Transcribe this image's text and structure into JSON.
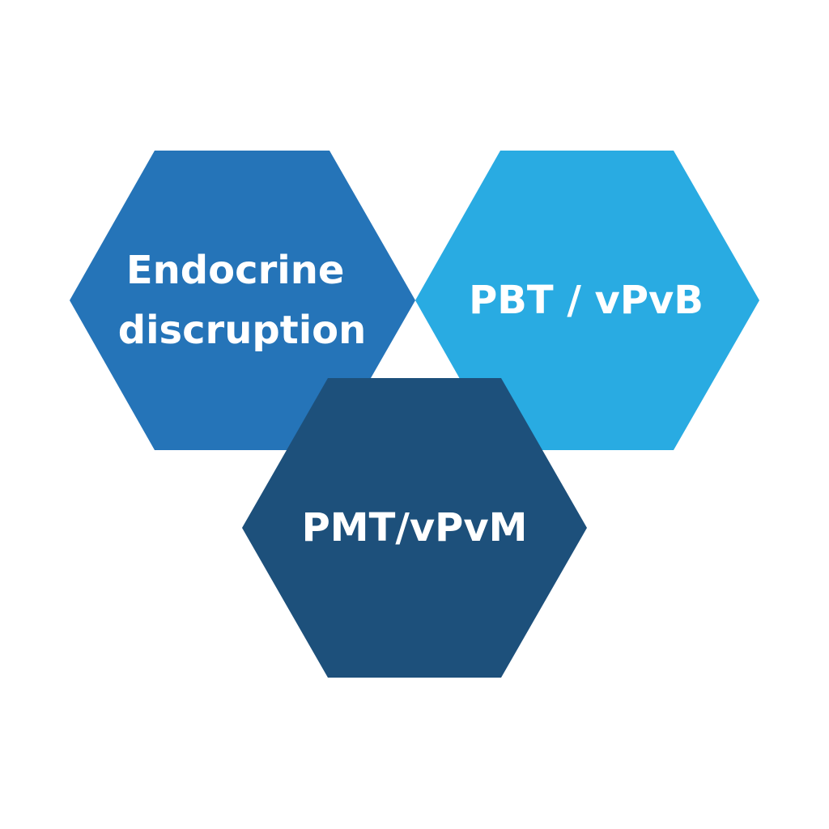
{
  "diagram": {
    "hexagons": [
      {
        "id": "endocrine",
        "label_lines": [
          "Endocrine",
          "discruption"
        ],
        "color": "#2574B8"
      },
      {
        "id": "pbt",
        "label_lines": [
          "PBT / vPvB"
        ],
        "color": "#29ABE2"
      },
      {
        "id": "pmt",
        "label_lines": [
          "PMT/vPvM"
        ],
        "color": "#1D507B"
      }
    ]
  }
}
